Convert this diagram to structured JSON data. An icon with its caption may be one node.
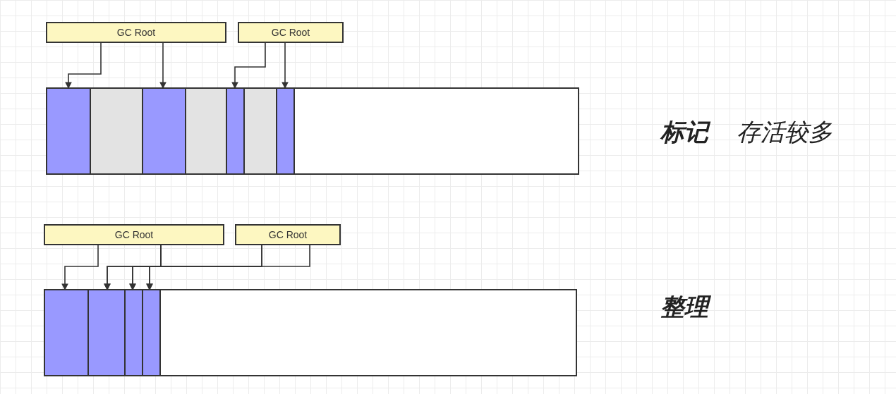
{
  "diagram": {
    "nodes": [
      {
        "text": [
          "GC Root"
        ]
      },
      {
        "text": [
          "GC Root"
        ]
      },
      {
        "text": [],
        "shape": "bar"
      },
      {
        "text": [],
        "shape": "box",
        "in": 2
      },
      {
        "text": [],
        "shape": "box",
        "in": 2
      },
      {
        "text": [],
        "shape": "box",
        "in": 2
      },
      {
        "text": [],
        "shape": "box",
        "in": 2
      },
      {
        "text": [],
        "shape": "box",
        "in": 2
      },
      {
        "text": [],
        "shape": "box",
        "in": 2
      },
      {
        "text": [],
        "shape": "box",
        "in": 2
      },
      {
        "text": [
          "GC Root"
        ]
      },
      {
        "text": [
          "GC Root"
        ]
      },
      {
        "text": [],
        "shape": "bar"
      },
      {
        "text": [],
        "shape": "box",
        "in": 12
      },
      {
        "text": [],
        "shape": "box",
        "in": 12
      },
      {
        "text": [],
        "shape": "box",
        "in": 12
      },
      {
        "text": [],
        "shape": "box",
        "in": 12
      }
    ],
    "edges": [
      {
        "from": 0,
        "to": 3,
        "arrow": "to"
      },
      {
        "from": 0,
        "to": 5,
        "arrow": "to"
      },
      {
        "from": 1,
        "to": 7,
        "arrow": "to"
      },
      {
        "from": 1,
        "to": 9,
        "arrow": "to"
      },
      {
        "from": 10,
        "to": 13,
        "arrow": "to"
      },
      {
        "from": 10,
        "to": 14,
        "arrow": "to"
      },
      {
        "from": 10,
        "to": 15,
        "arrow": "to"
      },
      {
        "from": 10,
        "to": 16,
        "arrow": "to"
      },
      {
        "from": 11,
        "to": 14,
        "arrow": "to"
      },
      {
        "from": 11,
        "to": 15,
        "arrow": "to"
      },
      {
        "from": 11,
        "to": 16,
        "arrow": "to"
      }
    ],
    "labels": [
      "标记",
      "存活较多",
      "整理"
    ]
  }
}
